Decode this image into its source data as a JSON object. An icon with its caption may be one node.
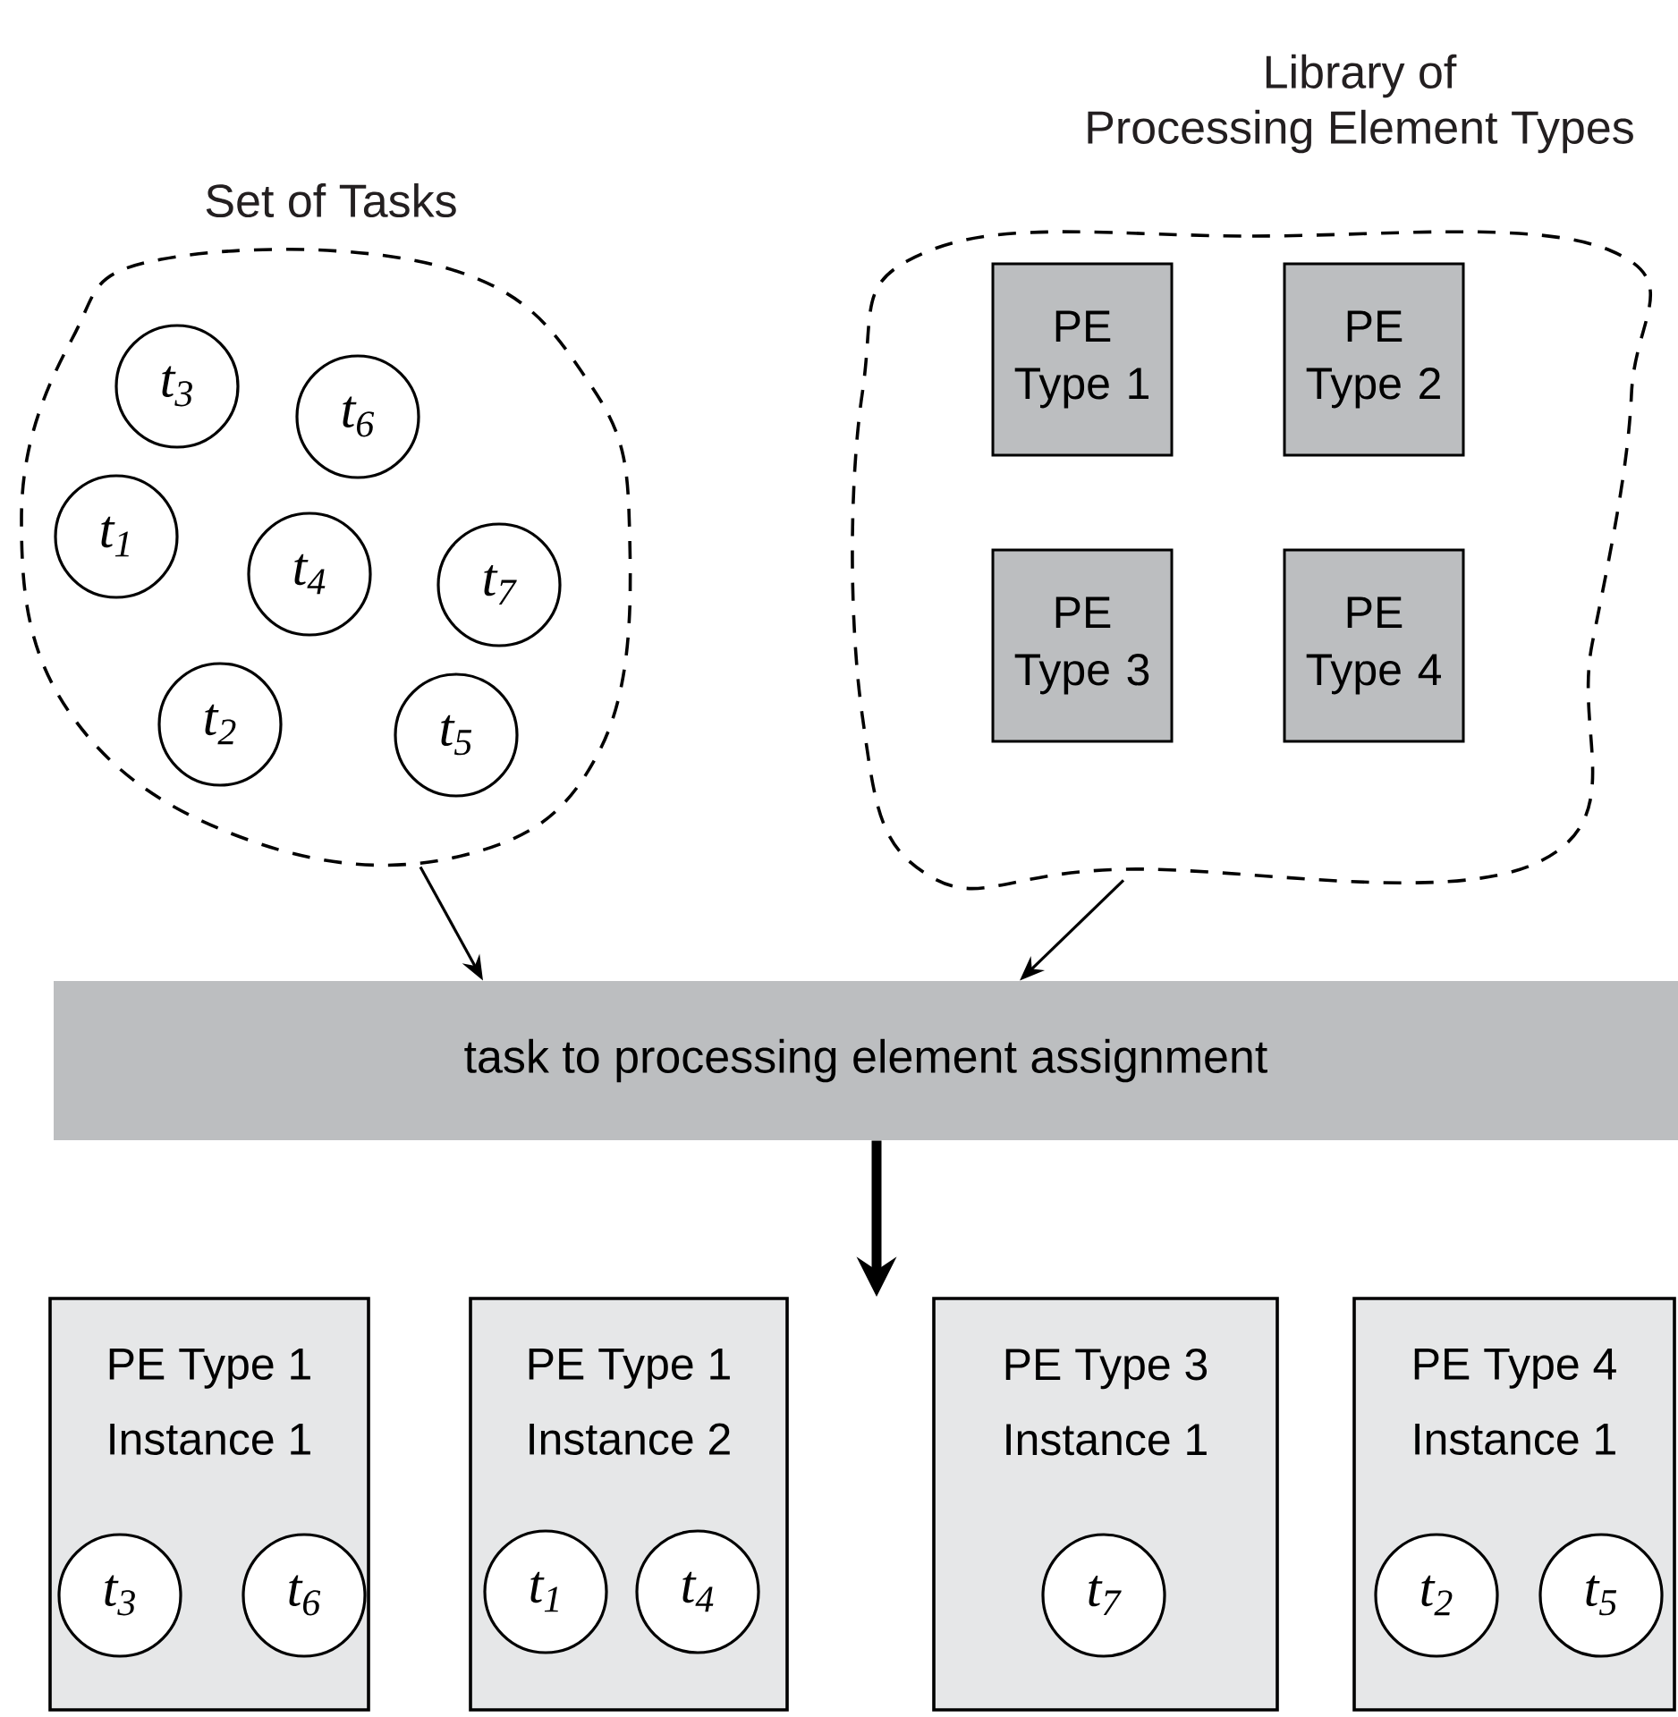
{
  "diagram": {
    "nodes": [
      {
        "text": [
          "Set of Tasks"
        ]
      },
      {
        "text": [
          "t$_{3}$"
        ],
        "in": 0
      },
      {
        "text": [
          "t$_{6}$"
        ],
        "in": 0
      },
      {
        "text": [
          "t$_{1}$"
        ],
        "in": 0
      },
      {
        "text": [
          "t$_{4}$"
        ],
        "in": 0
      },
      {
        "text": [
          "t$_{7}$"
        ],
        "in": 0
      },
      {
        "text": [
          "t$_{2}$"
        ],
        "in": 0
      },
      {
        "text": [
          "t$_{5}$"
        ],
        "in": 0
      },
      {
        "text": [
          "Library of Processing Element Types"
        ]
      },
      {
        "text": [
          "PE Type 1"
        ],
        "in": 8
      },
      {
        "text": [
          "PE Type 2"
        ],
        "in": 8
      },
      {
        "text": [
          "PE Type 3"
        ],
        "in": 8
      },
      {
        "text": [
          "PE Type 4"
        ],
        "in": 8
      },
      {
        "text": [
          "task to processing element assignment"
        ]
      },
      {
        "text": [
          "PE Type 1 Instance 1"
        ]
      },
      {
        "text": [
          "t$_{3}$"
        ],
        "in": 14
      },
      {
        "text": [
          "t$_{6}$"
        ],
        "in": 14
      },
      {
        "text": [
          "PE Type 1 Instance 2"
        ]
      },
      {
        "text": [
          "t$_{1}$"
        ],
        "in": 17
      },
      {
        "text": [
          "t$_{4}$"
        ],
        "in": 17
      },
      {
        "text": [
          "PE Type 3 Instance 1"
        ]
      },
      {
        "text": [
          "t$_{7}$"
        ],
        "in": 20
      },
      {
        "text": [
          "PE Type 4 Instance 1"
        ]
      },
      {
        "text": [
          "t$_{2}$"
        ],
        "in": 22
      },
      {
        "text": [
          "t$_{5}$"
        ],
        "in": 22
      }
    ],
    "edges": [
      {
        "from": 0,
        "to": 13,
        "arrow": "to"
      },
      {
        "from": 8,
        "to": 13,
        "arrow": "to"
      },
      {
        "from": 13,
        "to": null,
        "arrow": "to",
        "style": "thick"
      }
    ]
  }
}
